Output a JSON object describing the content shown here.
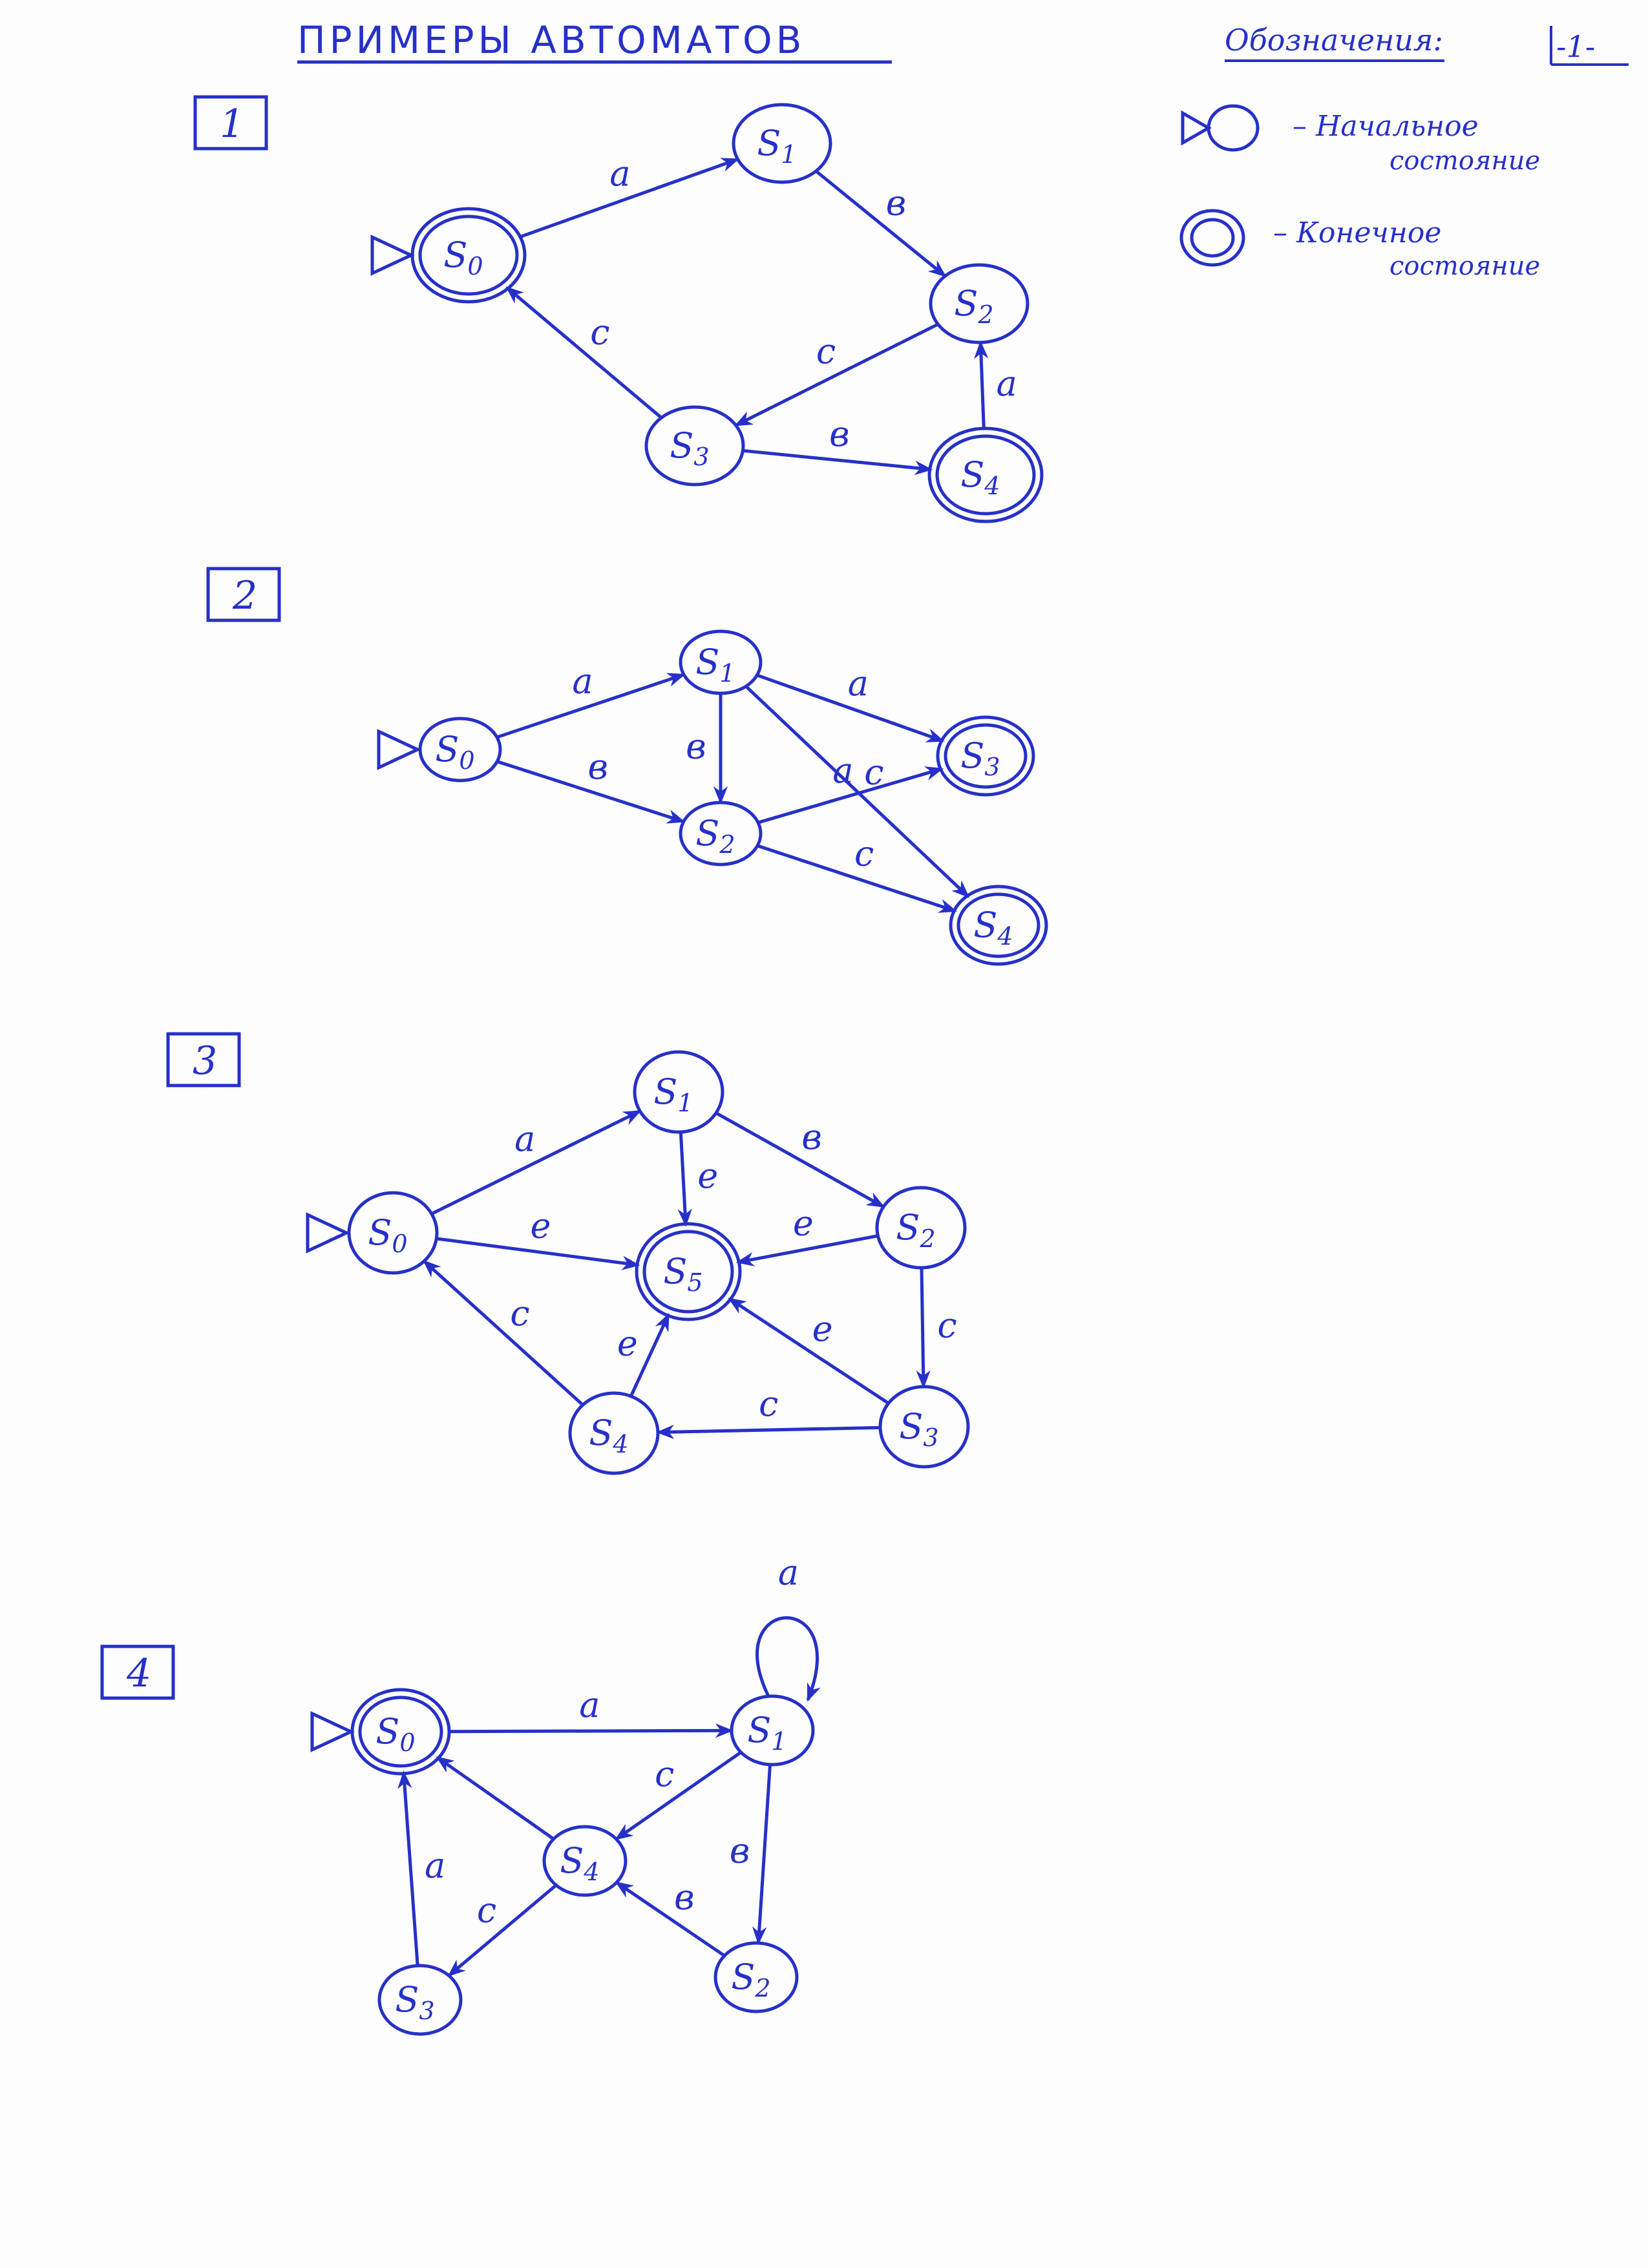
{
  "header": {
    "title": "ПРИМЕРЫ АВТОМАТОВ",
    "legend_title": "Обозначения:",
    "page_number": "-1-"
  },
  "legend": {
    "start_label": "– Начальное",
    "start_label_2": "состояние",
    "final_label": "– Конечное",
    "final_label_2": "состояние"
  },
  "colors": {
    "ink": "#2630c8",
    "paper": "#fdfdfd"
  },
  "diagrams": [
    {
      "number": "1",
      "start": "S0",
      "final": [
        "S0",
        "S4"
      ],
      "states": [
        "S0",
        "S1",
        "S2",
        "S3",
        "S4"
      ],
      "transitions": [
        {
          "from": "S0",
          "to": "S1",
          "symbol": "a"
        },
        {
          "from": "S1",
          "to": "S2",
          "symbol": "в"
        },
        {
          "from": "S2",
          "to": "S3",
          "symbol": "c"
        },
        {
          "from": "S3",
          "to": "S0",
          "symbol": "c"
        },
        {
          "from": "S3",
          "to": "S4",
          "symbol": "в"
        },
        {
          "from": "S4",
          "to": "S2",
          "symbol": "a"
        }
      ]
    },
    {
      "number": "2",
      "start": "S0",
      "final": [
        "S3",
        "S4"
      ],
      "states": [
        "S0",
        "S1",
        "S2",
        "S3",
        "S4"
      ],
      "transitions": [
        {
          "from": "S0",
          "to": "S1",
          "symbol": "a"
        },
        {
          "from": "S0",
          "to": "S2",
          "symbol": "в"
        },
        {
          "from": "S1",
          "to": "S2",
          "symbol": "в"
        },
        {
          "from": "S1",
          "to": "S3",
          "symbol": "a"
        },
        {
          "from": "S1",
          "to": "S4",
          "symbol": "c"
        },
        {
          "from": "S2",
          "to": "S3",
          "symbol": "a"
        },
        {
          "from": "S2",
          "to": "S4",
          "symbol": "c"
        }
      ]
    },
    {
      "number": "3",
      "start": "S0",
      "final": [
        "S5"
      ],
      "states": [
        "S0",
        "S1",
        "S2",
        "S3",
        "S4",
        "S5"
      ],
      "transitions": [
        {
          "from": "S0",
          "to": "S1",
          "symbol": "a"
        },
        {
          "from": "S1",
          "to": "S2",
          "symbol": "в"
        },
        {
          "from": "S2",
          "to": "S3",
          "symbol": "c"
        },
        {
          "from": "S3",
          "to": "S4",
          "symbol": "c"
        },
        {
          "from": "S4",
          "to": "S0",
          "symbol": "c"
        },
        {
          "from": "S0",
          "to": "S5",
          "symbol": "e"
        },
        {
          "from": "S1",
          "to": "S5",
          "symbol": "e"
        },
        {
          "from": "S2",
          "to": "S5",
          "symbol": "e"
        },
        {
          "from": "S3",
          "to": "S5",
          "symbol": "e"
        },
        {
          "from": "S4",
          "to": "S5",
          "symbol": "e"
        }
      ]
    },
    {
      "number": "4",
      "start": "S0",
      "final": [
        "S0"
      ],
      "states": [
        "S0",
        "S1",
        "S2",
        "S3",
        "S4"
      ],
      "transitions": [
        {
          "from": "S0",
          "to": "S1",
          "symbol": "a"
        },
        {
          "from": "S1",
          "to": "S1",
          "symbol": "a"
        },
        {
          "from": "S1",
          "to": "S2",
          "symbol": "в"
        },
        {
          "from": "S1",
          "to": "S4",
          "symbol": "c"
        },
        {
          "from": "S2",
          "to": "S4",
          "symbol": "в"
        },
        {
          "from": "S4",
          "to": "S3",
          "symbol": "c"
        },
        {
          "from": "S4",
          "to": "S0",
          "symbol": ""
        },
        {
          "from": "S3",
          "to": "S0",
          "symbol": "a"
        }
      ]
    }
  ]
}
